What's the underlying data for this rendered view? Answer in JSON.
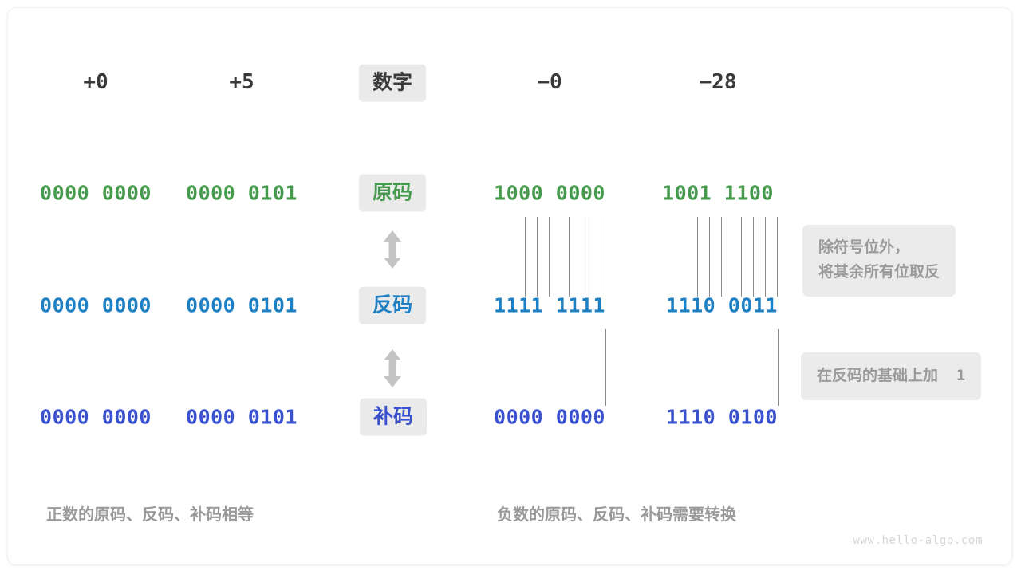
{
  "figure": {
    "source_watermark": "www.hello-algo.com",
    "colors": {
      "sign_magnitude": "#469a4e",
      "ones_complement": "#1e80c4",
      "twos_complement": "#3a51cf",
      "chip_background": "#eaeaea",
      "note_background": "#ebebeb",
      "note_text": "#9a9a9a",
      "caption_text": "#9a9a9a",
      "connector_line": "#8c8c8c",
      "arrow": "#c4c4c4",
      "header_text": "#3a3a3a"
    }
  },
  "row_labels": {
    "header": "数字",
    "sign_magnitude": "原码",
    "ones_complement": "反码",
    "twos_complement": "补码"
  },
  "columns": [
    {
      "header": "+0",
      "sign_magnitude": "0000 0000",
      "ones_complement": "0000 0000",
      "twos_complement": "0000 0000"
    },
    {
      "header": "+5",
      "sign_magnitude": "0000 0101",
      "ones_complement": "0000 0101",
      "twos_complement": "0000 0101"
    },
    {
      "header": "−0",
      "sign_magnitude": "1000 0000",
      "ones_complement": "1111 1111",
      "twos_complement": "0000 0000"
    },
    {
      "header": "−28",
      "sign_magnitude": "1001 1100",
      "ones_complement": "1110 0011",
      "twos_complement": "1110 0100"
    }
  ],
  "notes": {
    "invert": {
      "line1": "除符号位外，",
      "line2": "将其余所有位取反"
    },
    "add_one": {
      "text": "在反码的基础上加",
      "value": "1"
    }
  },
  "captions": {
    "positive": "正数的原码、反码、补码相等",
    "negative": "负数的原码、反码、补码需要转换"
  },
  "arrows": {
    "top": "double-arrow-vertical",
    "bottom": "double-arrow-vertical"
  }
}
